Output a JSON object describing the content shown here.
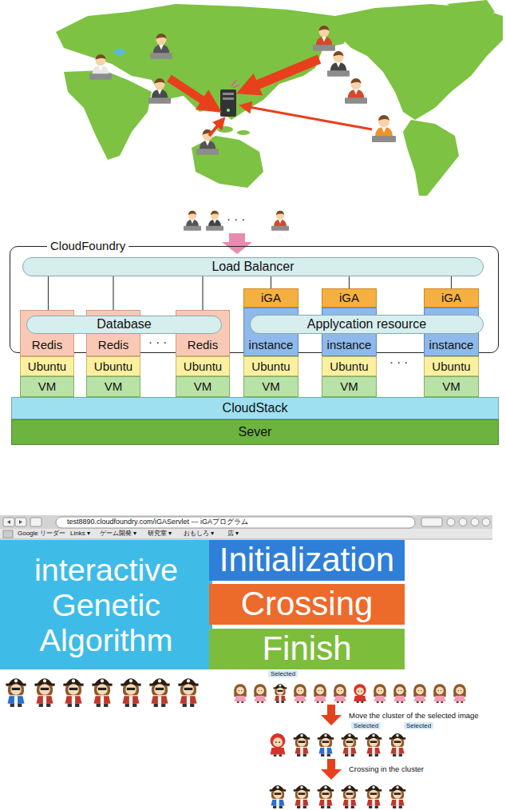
{
  "diagram": {
    "nodes": [
      {
        "text": [
          "CloudFoundry"
        ]
      },
      {
        "text": [
          "Load Balancer"
        ],
        "in": 0
      },
      {
        "text": [
          "Redis"
        ],
        "in": 0
      },
      {
        "text": [
          "Redis"
        ],
        "in": 0
      },
      {
        "text": [
          "Redis"
        ],
        "in": 0
      },
      {
        "text": [
          "Database"
        ],
        "in": 0
      },
      {
        "text": [
          "iGA"
        ],
        "in": 0
      },
      {
        "text": [
          "iGA"
        ],
        "in": 0
      },
      {
        "text": [
          "iGA"
        ],
        "in": 0
      },
      {
        "text": [
          "instance"
        ],
        "in": 0
      },
      {
        "text": [
          "instance"
        ],
        "in": 0
      },
      {
        "text": [
          "instance"
        ],
        "in": 0
      },
      {
        "text": [
          "Applycation resource"
        ],
        "in": 0
      },
      {
        "text": [
          "Ubuntu"
        ]
      },
      {
        "text": [
          "Ubuntu"
        ]
      },
      {
        "text": [
          "Ubuntu"
        ]
      },
      {
        "text": [
          "Ubuntu"
        ]
      },
      {
        "text": [
          "Ubuntu"
        ]
      },
      {
        "text": [
          "Ubuntu"
        ]
      },
      {
        "text": [
          "VM"
        ]
      },
      {
        "text": [
          "VM"
        ]
      },
      {
        "text": [
          "VM"
        ]
      },
      {
        "text": [
          "VM"
        ]
      },
      {
        "text": [
          "VM"
        ]
      },
      {
        "text": [
          "VM"
        ]
      },
      {
        "text": [
          "CloudStack"
        ]
      },
      {
        "text": [
          "Sever"
        ]
      },
      {
        "text": [
          "interactive Genetic Algorithm"
        ]
      },
      {
        "text": [
          "Initialization"
        ]
      },
      {
        "text": [
          "Crossing"
        ]
      },
      {
        "text": [
          "Finish"
        ]
      }
    ],
    "edges": [
      {
        "from": 1,
        "to": 2,
        "arrow": "none"
      },
      {
        "from": 1,
        "to": 3,
        "arrow": "none"
      },
      {
        "from": 1,
        "to": 4,
        "arrow": "none"
      },
      {
        "from": 1,
        "to": 6,
        "arrow": "none"
      },
      {
        "from": 1,
        "to": 7,
        "arrow": "none"
      },
      {
        "from": 1,
        "to": 8,
        "arrow": "none"
      }
    ],
    "labels": [
      "· · ·",
      "· · ·",
      "· · ·",
      "test8890.cloudfoundry.com/iGAServlet — iGAプログラム",
      "Google リーダー",
      "Links ▾",
      "ゲーム開発 ▾",
      "研究室 ▾",
      "おもしろ ▾",
      "店 ▾",
      "Selected",
      "Move the cluster of the selected image",
      "Selected",
      "Selected",
      "Crossing in the cluster"
    ]
  }
}
